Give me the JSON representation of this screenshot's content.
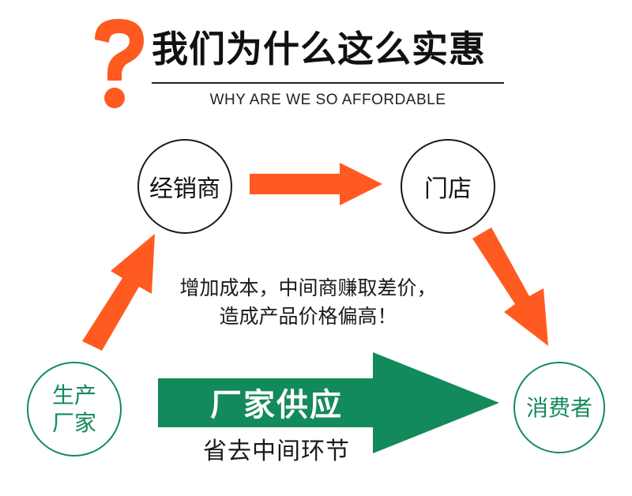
{
  "header": {
    "title": "我们为什么这么实惠",
    "subtitle": "WHY ARE WE SO AFFORDABLE",
    "question_icon": "question-mark-icon"
  },
  "nodes": {
    "dealer": "经销商",
    "store": "门店",
    "producer_line1": "生产",
    "producer_line2": "厂家",
    "consumer": "消费者"
  },
  "note": {
    "line1": "增加成本，中间商赚取差价，",
    "line2": "造成产品价格偏高！"
  },
  "supply": {
    "label": "厂家供应",
    "sub": "省去中间环节"
  },
  "colors": {
    "accent_orange": "#ff5a1f",
    "green": "#138a5b",
    "ink": "#111111"
  }
}
